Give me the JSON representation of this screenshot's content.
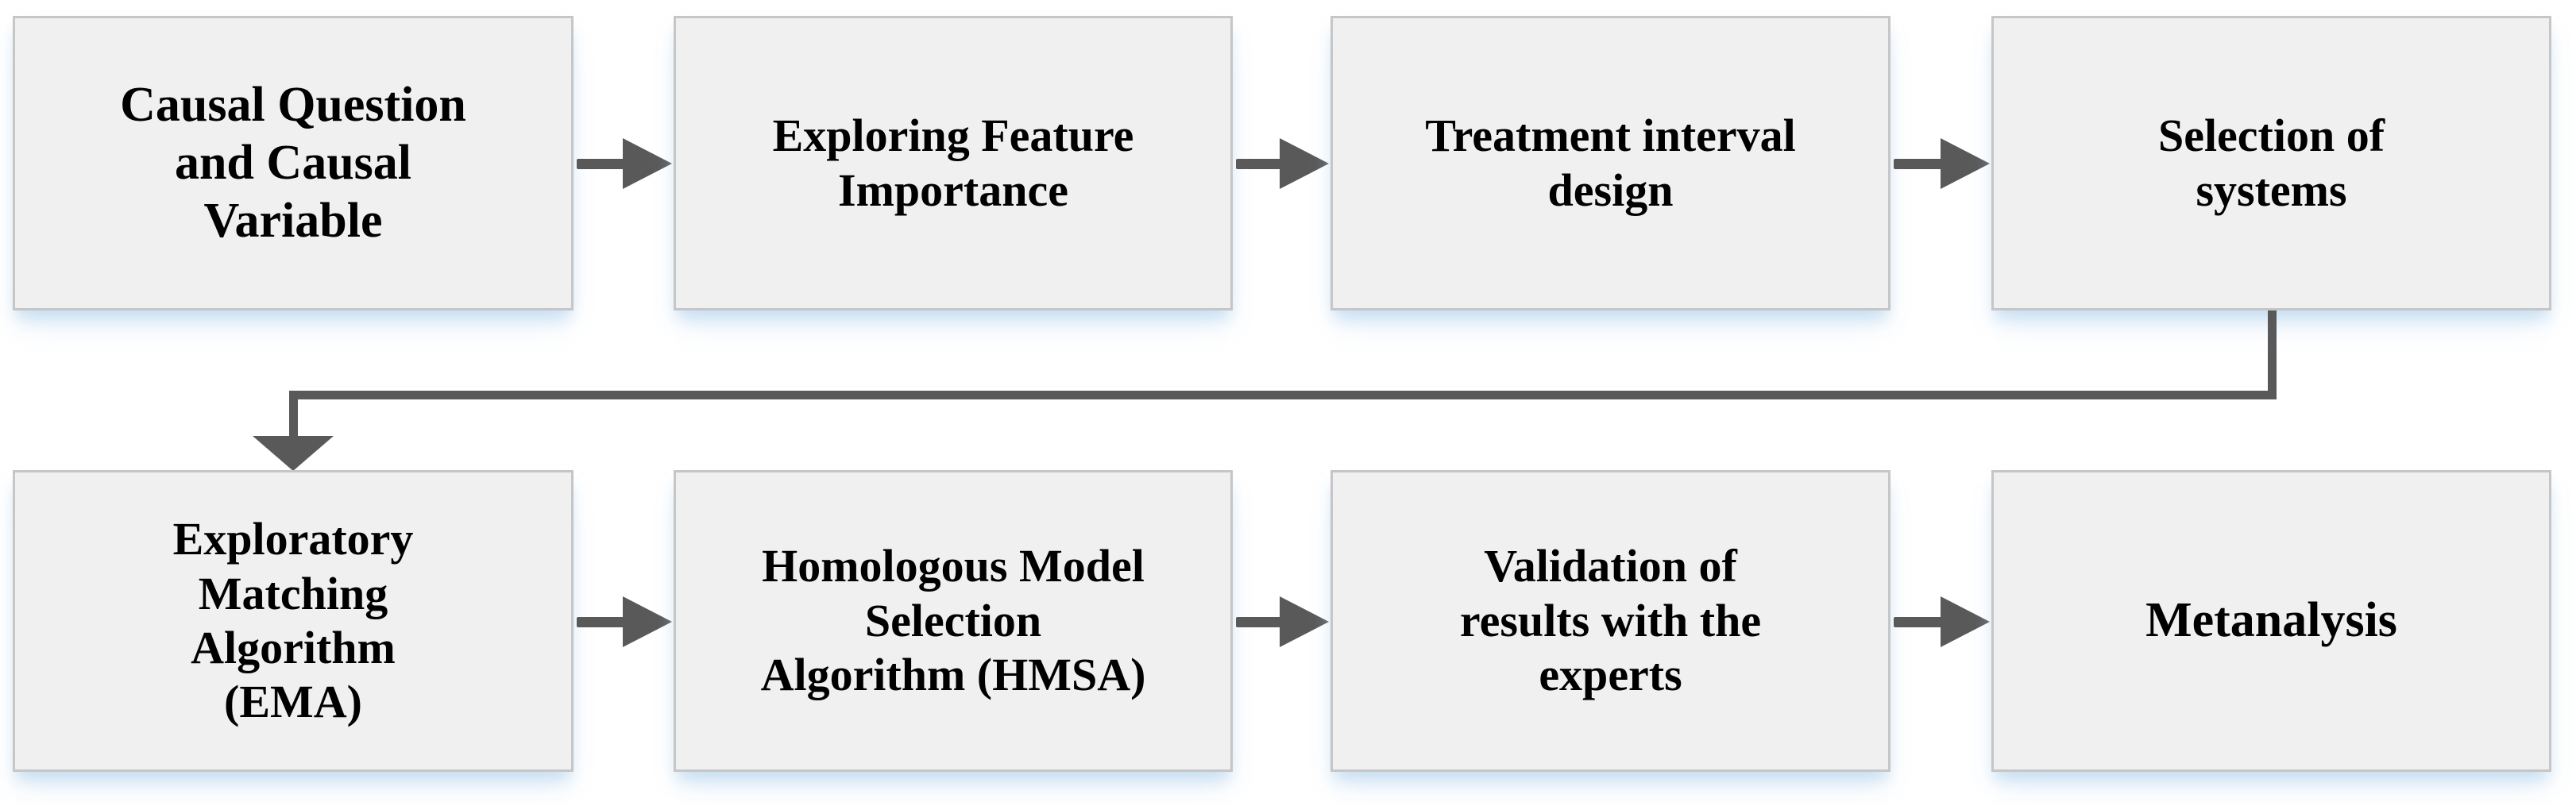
{
  "diagram": {
    "type": "flowchart",
    "orientation": "left-to-right, wrapping to a second row",
    "accent_color": "#595959",
    "node_fill": "#f0f0f0",
    "node_border": "#c6c6c6",
    "shadow_color": "#d6e6f5"
  },
  "rows": [
    {
      "row_label": "row-1",
      "nodes": [
        {
          "id": "n1",
          "label": "Causal Question\nand Causal\nVariable"
        },
        {
          "id": "n2",
          "label": "Exploring Feature\nImportance"
        },
        {
          "id": "n3",
          "label": "Treatment interval\ndesign"
        },
        {
          "id": "n4",
          "label": "Selection of\nsystems"
        }
      ]
    },
    {
      "row_label": "row-2",
      "nodes": [
        {
          "id": "n5",
          "label": "Exploratory\nMatching\nAlgorithm\n(EMA)"
        },
        {
          "id": "n6",
          "label": "Homologous Model\nSelection\nAlgorithm (HMSA)"
        },
        {
          "id": "n7",
          "label": "Validation of\nresults with the\nexperts"
        },
        {
          "id": "n8",
          "label": "Metanalysis"
        }
      ]
    }
  ],
  "connectors": [
    {
      "id": "a1",
      "from": "n1",
      "to": "n2",
      "kind": "arrow-right"
    },
    {
      "id": "a2",
      "from": "n2",
      "to": "n3",
      "kind": "arrow-right"
    },
    {
      "id": "a3",
      "from": "n3",
      "to": "n4",
      "kind": "arrow-right"
    },
    {
      "id": "elbow",
      "from": "n4",
      "to": "n5",
      "kind": "elbow-down-left-down"
    },
    {
      "id": "a4",
      "from": "n5",
      "to": "n6",
      "kind": "arrow-right"
    },
    {
      "id": "a5",
      "from": "n6",
      "to": "n7",
      "kind": "arrow-right"
    },
    {
      "id": "a6",
      "from": "n7",
      "to": "n8",
      "kind": "arrow-right"
    }
  ]
}
